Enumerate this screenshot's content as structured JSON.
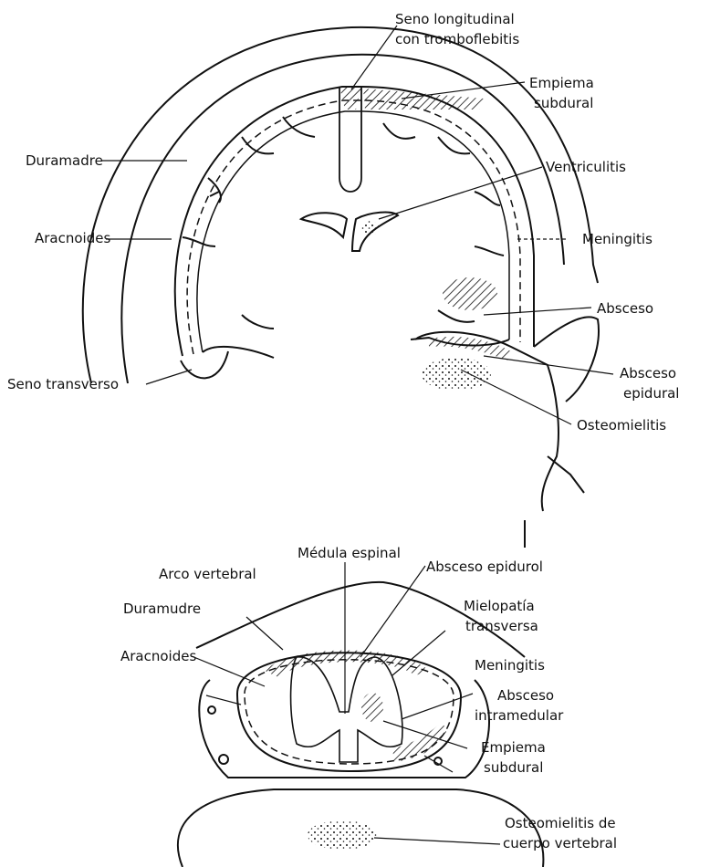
{
  "upper_figure": {
    "labels": {
      "seno_longitudinal": "Seno longitudinal",
      "con_tromboflebitis": "con tromboflebitis",
      "empiema": "Empiema",
      "subdural": "subdural",
      "duramadre": "Duramadre",
      "ventriculitis": "Ventriculitis",
      "aracnoides": "Aracnoides",
      "meningitis": "Meningitis",
      "absceso": "Absceso",
      "seno_transverso": "Seno transverso",
      "absceso_epidural_1": "Absceso",
      "absceso_epidural_2": "epidural",
      "osteomielitis": "Osteomielitis"
    }
  },
  "lower_figure": {
    "labels": {
      "medula_espinal": "Médula espinal",
      "arco_vertebral": "Arco vertebral",
      "absceso_epidural": "Absceso epidurol",
      "duramadre": "Duramudre",
      "mielopatia": "Mielopatía",
      "transversa": "transversa",
      "aracnoides": "Aracnoides",
      "meningitis": "Meningitis",
      "absceso": "Absceso",
      "intramedular": "intramedular",
      "empiema": "Empiema",
      "subdural": "subdural",
      "osteomielitis_1": "Osteomielitis de",
      "osteomielitis_2": "cuerpo vertebral"
    }
  },
  "colors": {
    "ink": "#111111",
    "background": "#ffffff"
  }
}
